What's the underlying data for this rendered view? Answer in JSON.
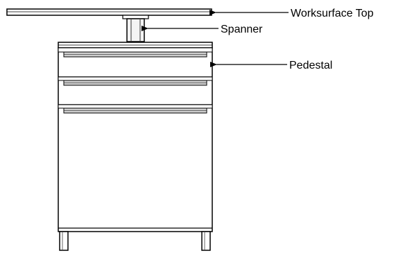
{
  "diagram": {
    "labels": {
      "worksurface_top": "Worksurface Top",
      "spanner": "Spanner",
      "pedestal": "Pedestal"
    },
    "colors": {
      "line": "#000000",
      "background": "#ffffff",
      "light_fill": "#f4f4f4",
      "mid_fill": "#cfcfcf"
    }
  }
}
